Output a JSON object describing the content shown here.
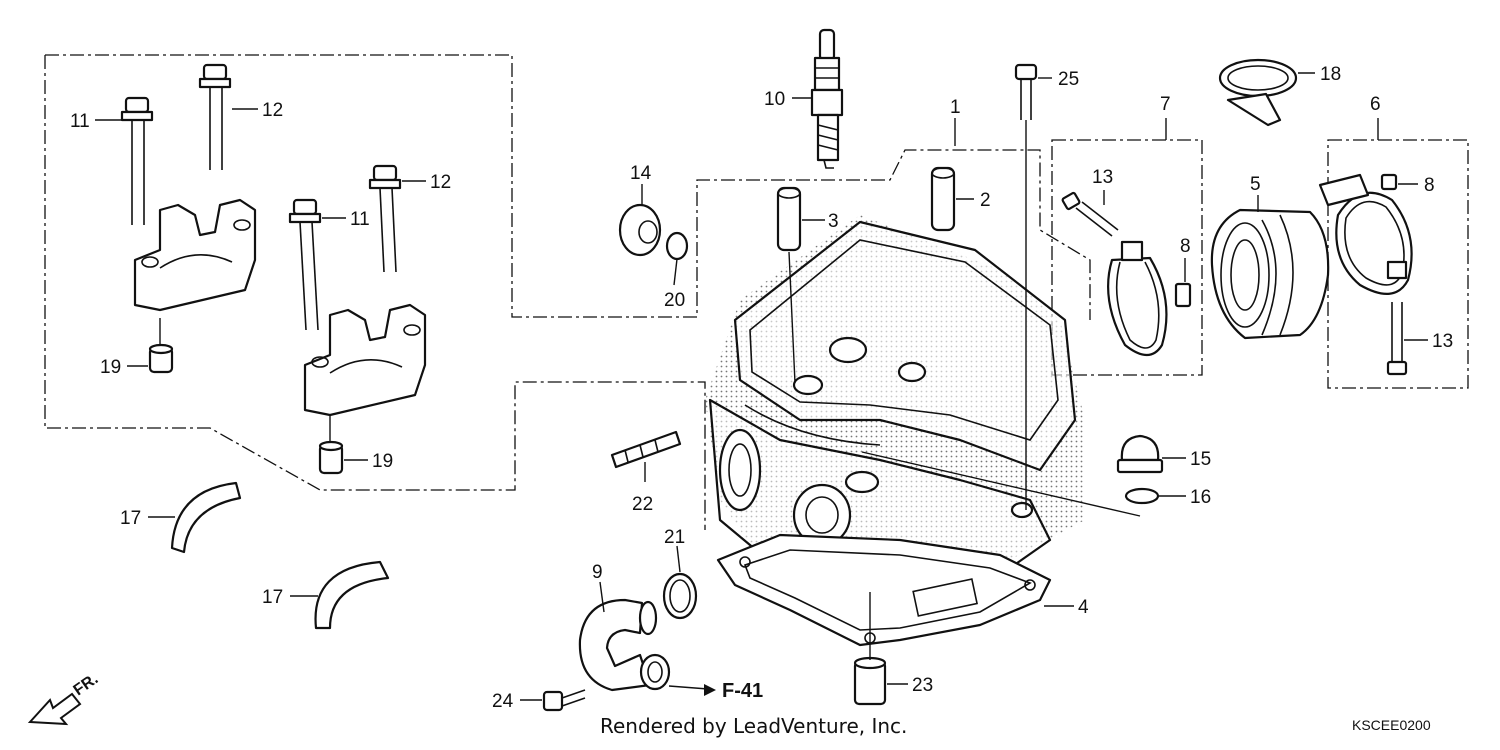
{
  "diagram": {
    "callouts": [
      "1",
      "2",
      "3",
      "4",
      "5",
      "6",
      "7",
      "8",
      "8",
      "9",
      "10",
      "11",
      "11",
      "12",
      "12",
      "13",
      "13",
      "14",
      "15",
      "16",
      "17",
      "17",
      "18",
      "19",
      "19",
      "20",
      "21",
      "22",
      "23",
      "24",
      "25"
    ],
    "reference": "F-41",
    "direction_label": "FR.",
    "credit": "Rendered by LeadVenture, Inc.",
    "diagram_code": "KSCEE0200"
  }
}
